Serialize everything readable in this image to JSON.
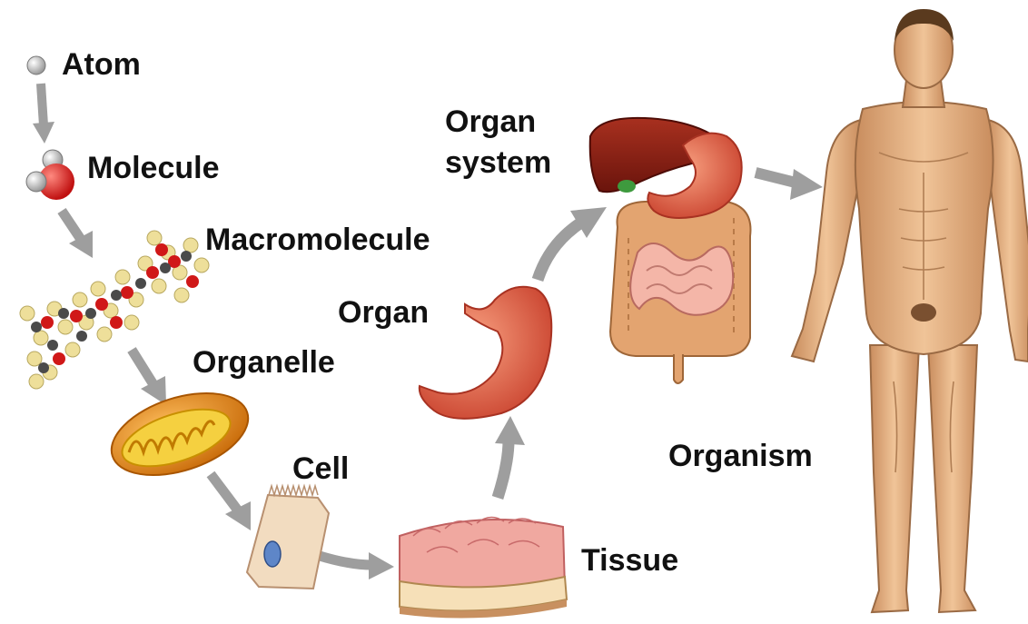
{
  "levels": {
    "atom": "Atom",
    "molecule": "Molecule",
    "macromolecule": "Macromolecule",
    "organelle": "Organelle",
    "cell": "Cell",
    "tissue": "Tissue",
    "organ": "Organ",
    "organ_system_line1": "Organ",
    "organ_system_line2": "system",
    "organism": "Organism"
  },
  "colors": {
    "arrow": "#9e9e9e",
    "label": "#111111",
    "atom": "#d0d0d0",
    "oxygen": "#e02020",
    "stomach": "#e8624a",
    "liver": "#8a1f14",
    "intestine": "#e0a070",
    "skin": "#e8b889",
    "mitochondrion": "#e88a18",
    "tissue": "#eea095"
  }
}
